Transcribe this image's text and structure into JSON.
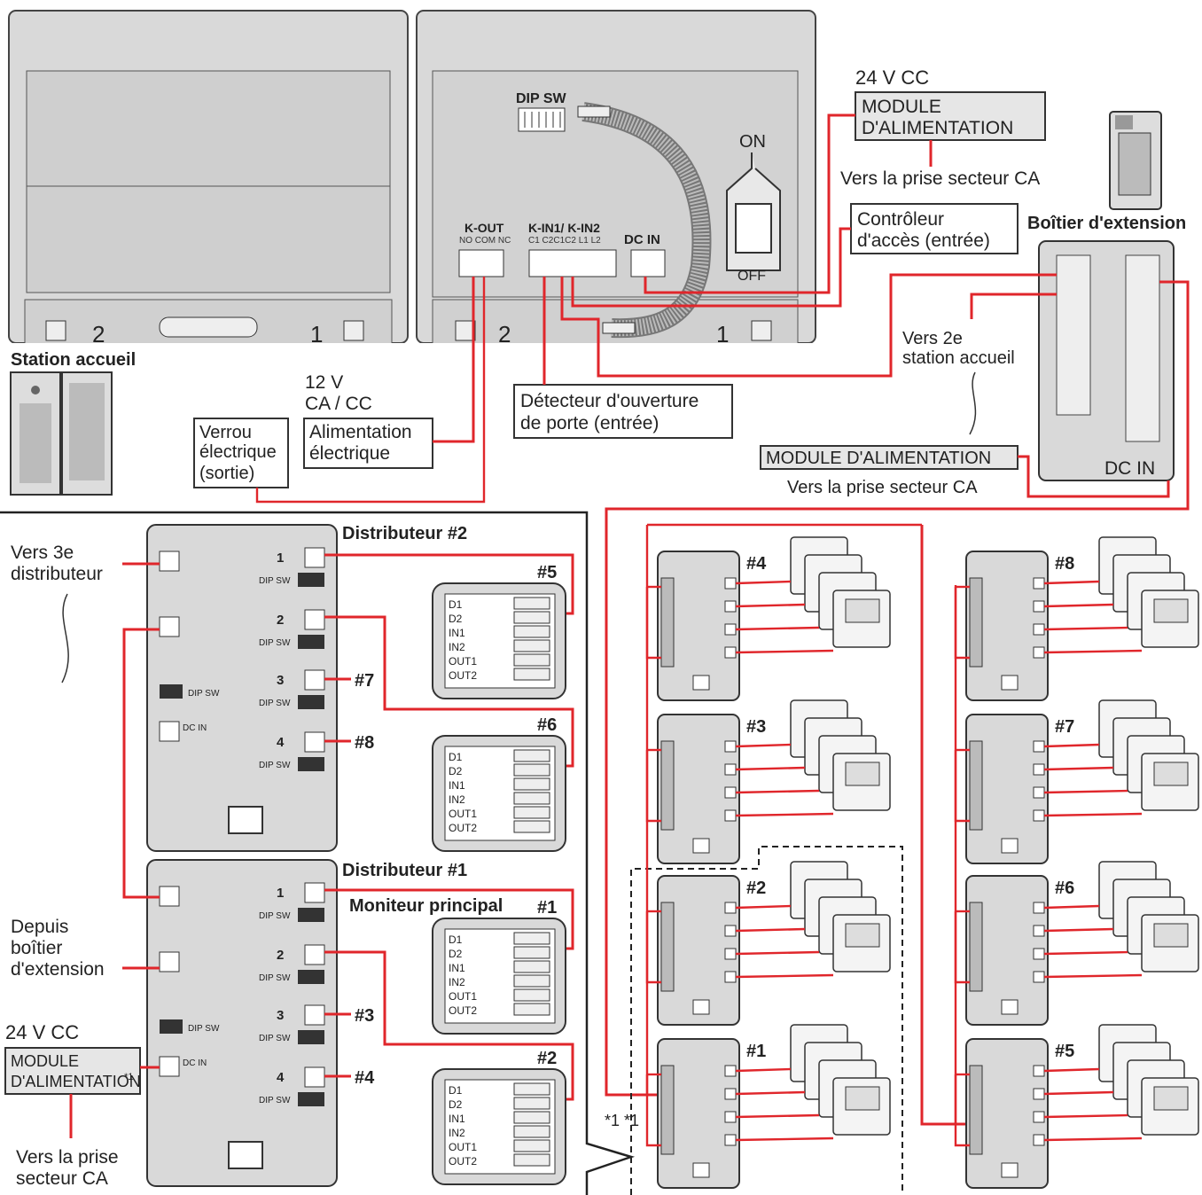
{
  "top": {
    "dip_sw": "DIP SW",
    "switch_on": "ON",
    "switch_off": "OFF",
    "kout": "K-OUT",
    "kout_pins": "NO COM NC",
    "kin": "K-IN1/ K-IN2",
    "kin_pins": "C1 C2C1C2 L1 L2",
    "dc_in": "DC IN",
    "num_1": "1",
    "num_2": "2"
  },
  "labels": {
    "v24_top": "24 V CC",
    "power_module_line1": "MODULE",
    "power_module_line2": "D'ALIMENTATION",
    "to_mains_1": "Vers la prise secteur CA",
    "access_line1": "Contrôleur",
    "access_line2": "d'accès (entrée)",
    "expansion_box": "Boîtier d'extension",
    "lobby_station": "Station accueil",
    "v12_line1": "12 V",
    "v12_line2": "CA / CC",
    "lock_line1": "Verrou",
    "lock_line2": "électrique",
    "lock_line3": "(sortie)",
    "psu_line1": "Alimentation",
    "psu_line2": "électrique",
    "door_line1": "Détecteur d'ouverture",
    "door_line2": "de porte (entrée)",
    "second_lobby_line1": "Vers 2e",
    "second_lobby_line2": "station accueil",
    "power_module_mid": "MODULE D'ALIMENTATION",
    "to_mains_2": "Vers la prise secteur CA",
    "exp_dc_in": "DC IN",
    "to_3rd_line1": "Vers 3e",
    "to_3rd_line2": "distributeur",
    "distributor_2": "Distributeur #2",
    "distributor_1": "Distributeur #1",
    "main_monitor": "Moniteur principal",
    "from_exp_line1": "Depuis",
    "from_exp_line2": "boîtier",
    "from_exp_line3": "d'extension",
    "v24_bottom": "24 V CC",
    "pm_bottom_line1": "MODULE",
    "pm_bottom_line2": "D'ALIMENTATION",
    "pm_bottom_sup": "*1",
    "to_mains_3_line1": "Vers la prise",
    "to_mains_3_line2": "secteur CA",
    "dip_sw": "DIP SW",
    "dc_in_small": "DC IN",
    "note_mark": "*1 *1"
  },
  "distributor_ports": [
    "1",
    "2",
    "3",
    "4"
  ],
  "distributor2_outputs": [
    "#5",
    "#6",
    "#7",
    "#8"
  ],
  "distributor1_outputs": [
    "#1",
    "#2",
    "#3",
    "#4"
  ],
  "monitor_terms": {
    "d1": "D1",
    "d2": "D2",
    "in1": "IN1",
    "in2": "IN2",
    "out1": "OUT1",
    "out2": "OUT2"
  },
  "groups_left": [
    "#4",
    "#3",
    "#2",
    "#1"
  ],
  "groups_right": [
    "#8",
    "#7",
    "#6",
    "#5"
  ],
  "colors": {
    "wire": "#e0262b",
    "panel": "#d9d9d9",
    "panel_dark": "#c4c4c4"
  }
}
